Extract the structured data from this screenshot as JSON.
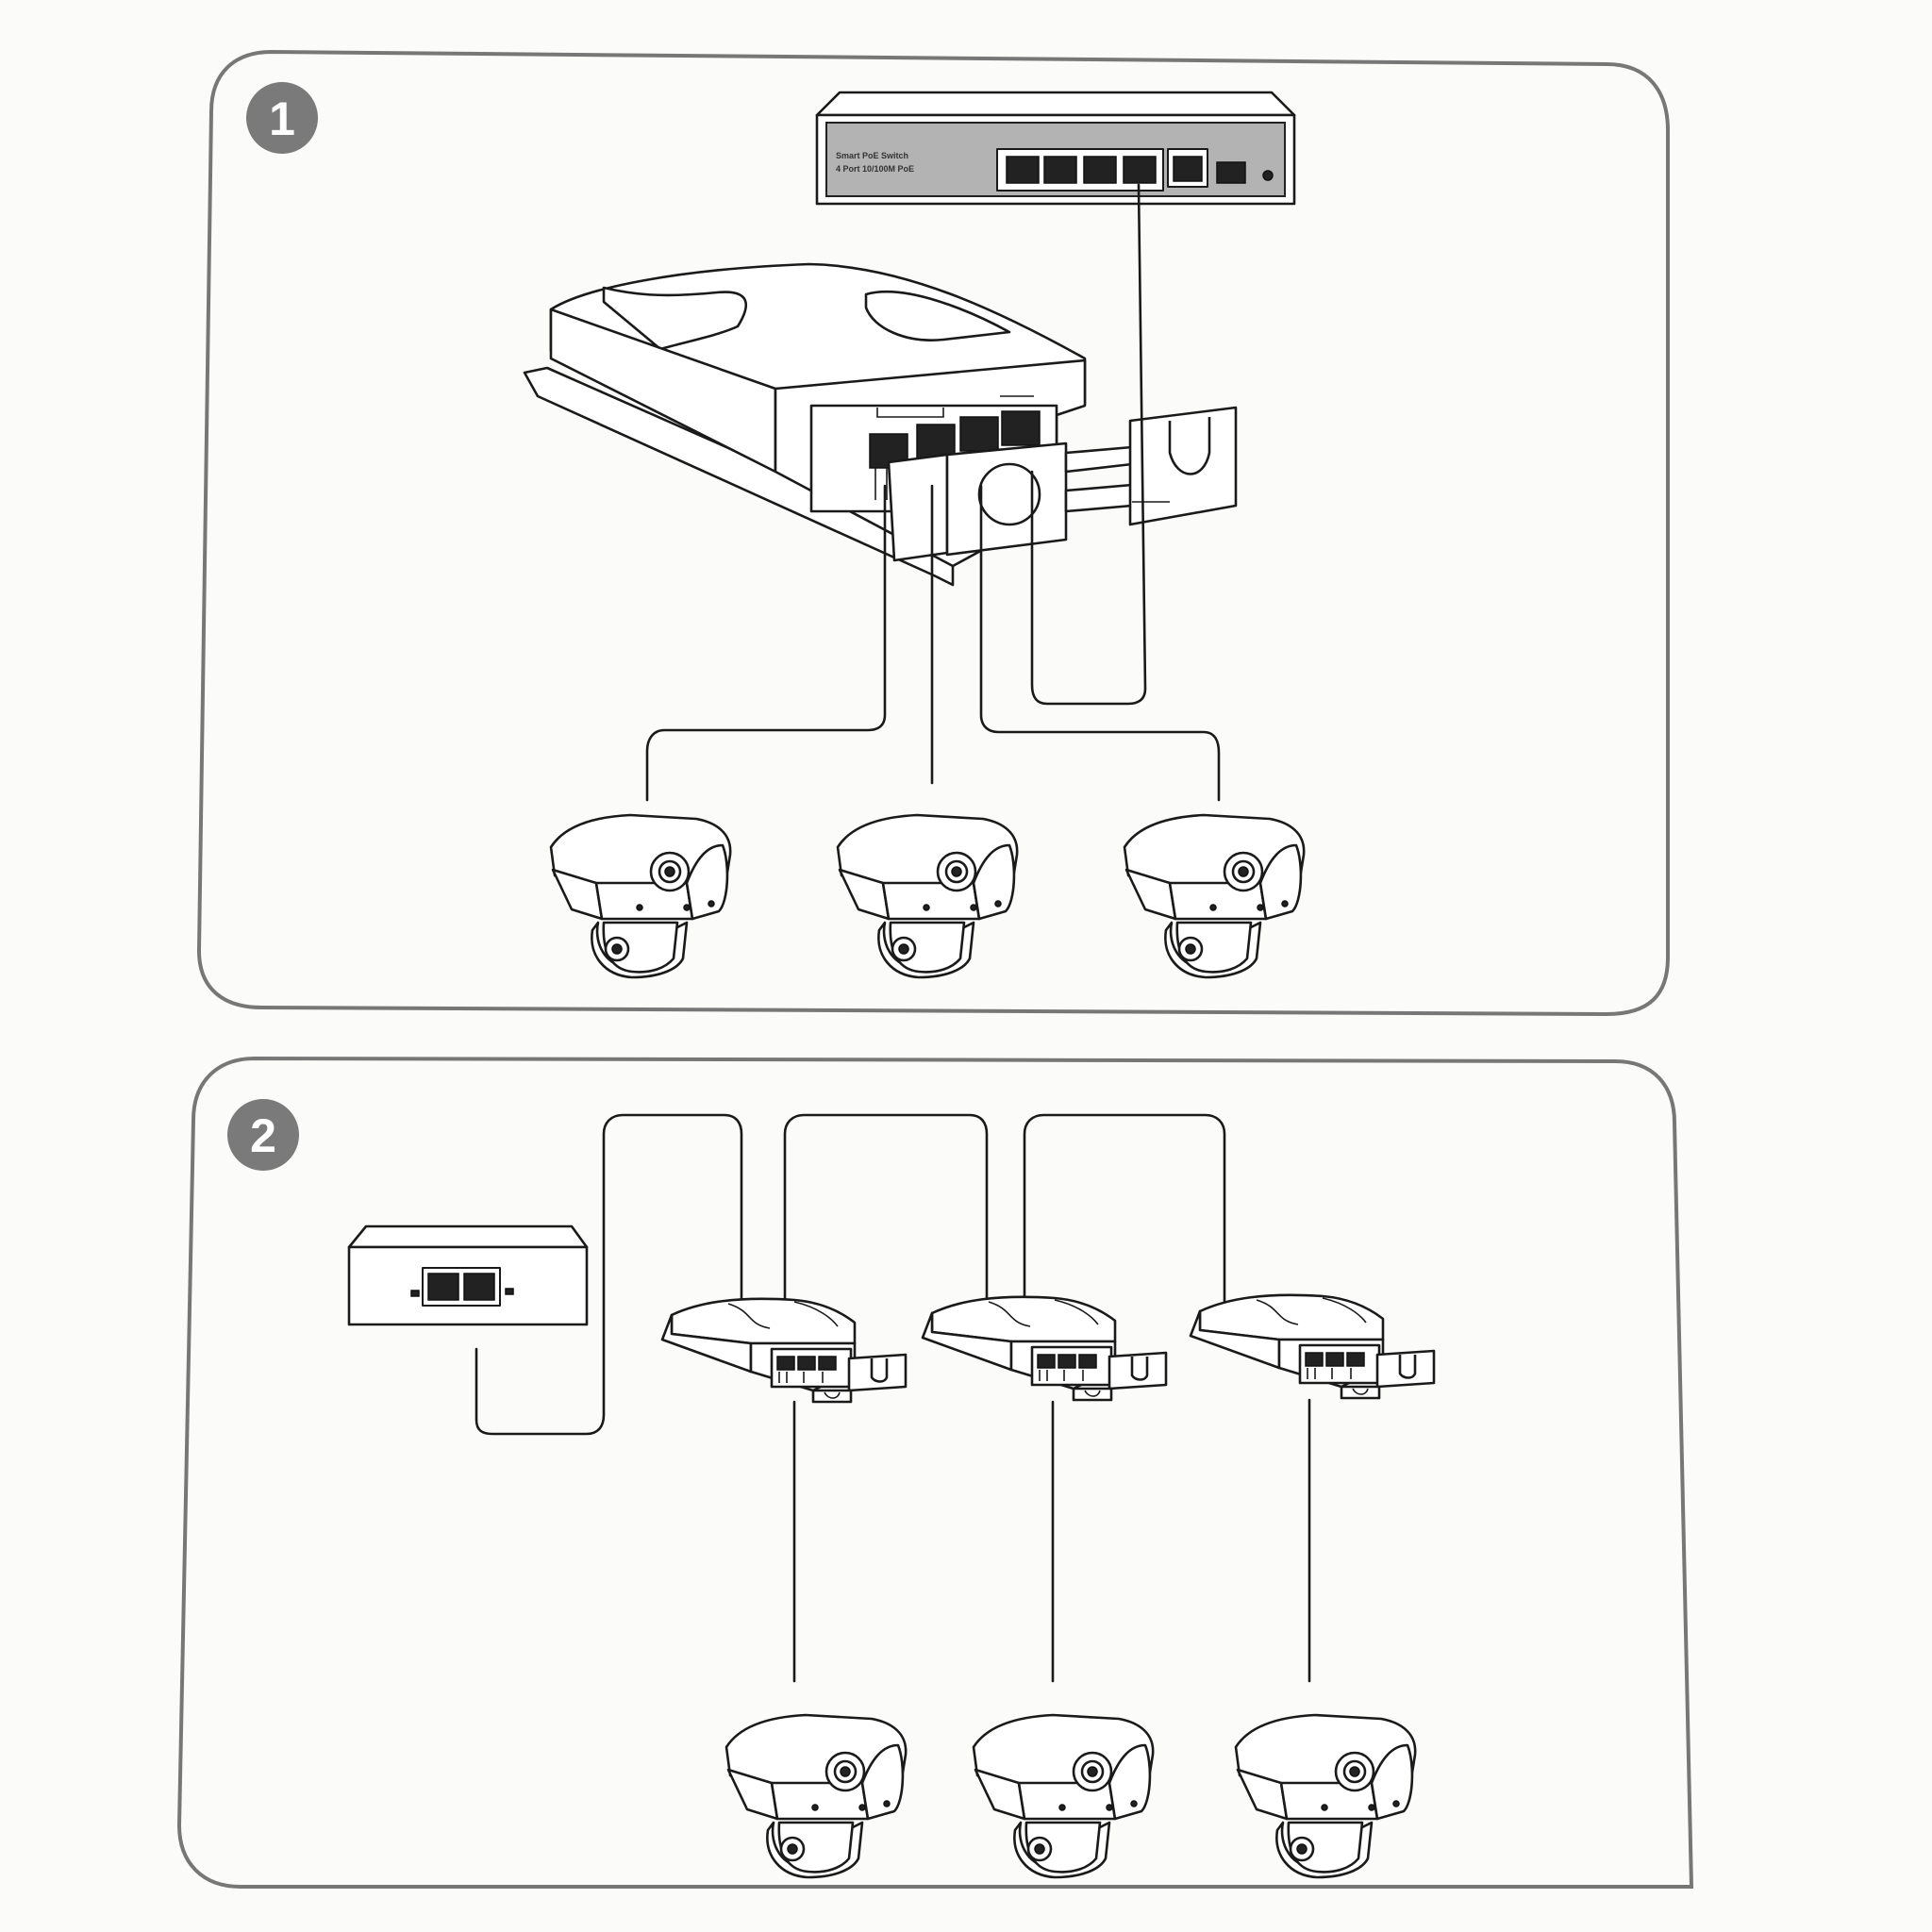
{
  "steps": [
    {
      "number": "1"
    },
    {
      "number": "2"
    }
  ],
  "switch": {
    "label_line1": "Smart PoE Switch",
    "label_line2": "4 Port 10/100M PoE"
  },
  "colors": {
    "panel_border": "#777777",
    "badge": "#7a7a7a",
    "switch_face": "#b3b3b3",
    "line": "#1a1a1a"
  },
  "icons": [
    "poe-switch-icon",
    "poe-extender-icon",
    "poe-injector-icon",
    "bullet-camera-icon"
  ]
}
